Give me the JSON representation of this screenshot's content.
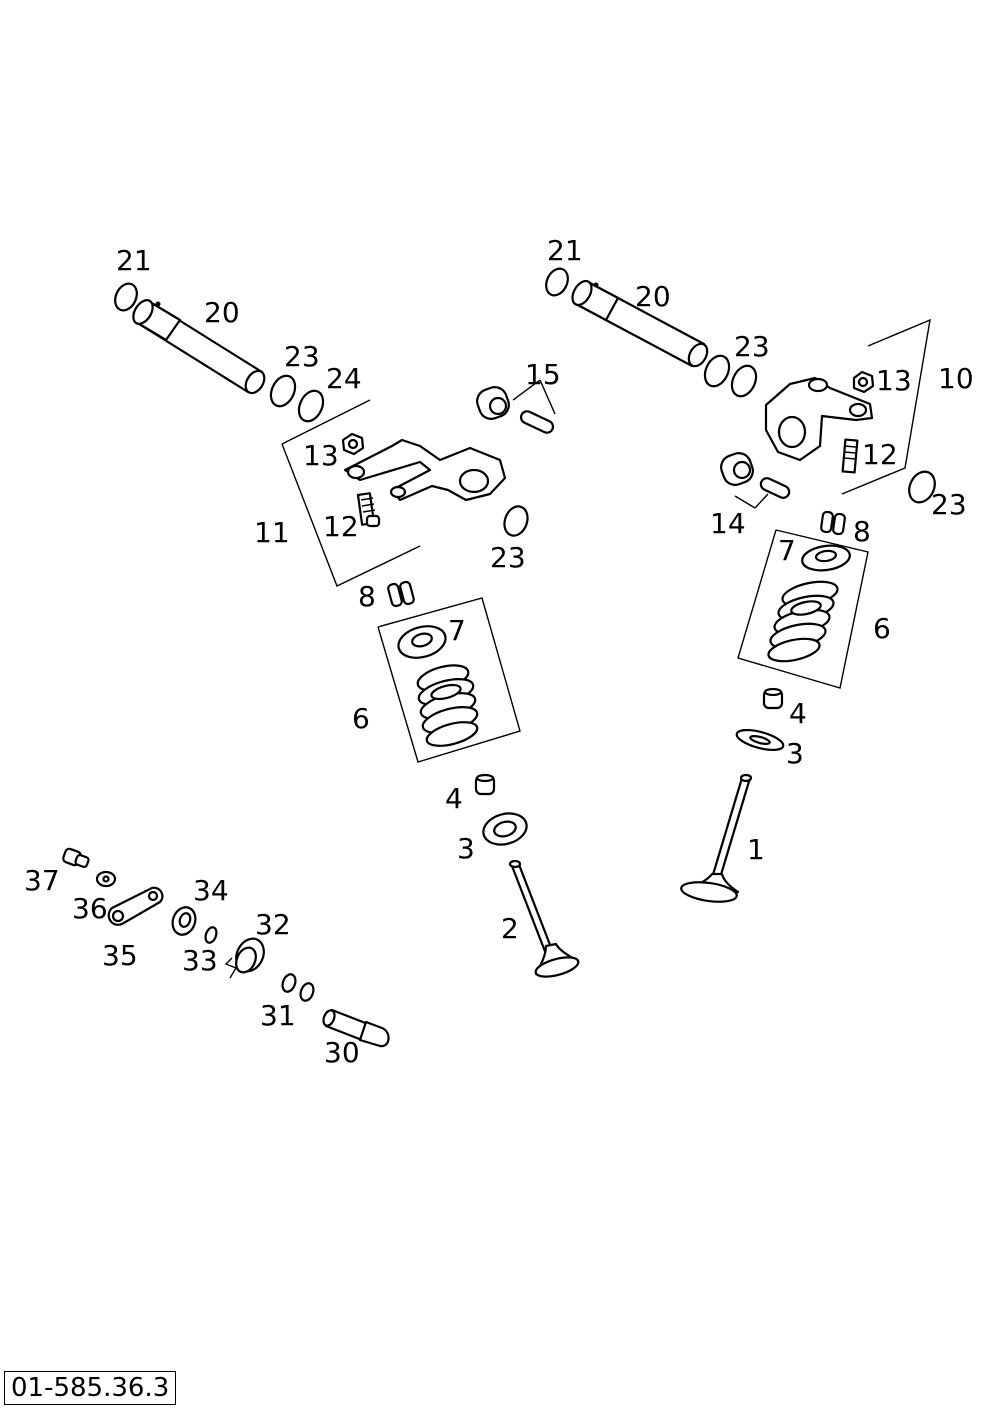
{
  "diagram": {
    "reference_code": "01-585.36.3",
    "part_labels": {
      "l_21": "21",
      "l_20": "20",
      "l_23a": "23",
      "l_24": "24",
      "l_15": "15",
      "l_13": "13",
      "l_11": "11",
      "l_12": "12",
      "l_23b": "23",
      "l_8": "8",
      "l_7": "7",
      "l_6": "6",
      "l_4": "4",
      "l_3": "3",
      "l_2": "2",
      "r_21": "21",
      "r_20": "20",
      "r_23a": "23",
      "r_13": "13",
      "r_10": "10",
      "r_12": "12",
      "r_23b": "23",
      "r_14": "14",
      "r_8": "8",
      "r_7": "7",
      "r_6": "6",
      "r_4": "4",
      "r_3": "3",
      "r_1": "1",
      "b_37": "37",
      "b_36": "36",
      "b_35": "35",
      "b_34": "34",
      "b_33": "33",
      "b_32": "32",
      "b_31": "31",
      "b_30": "30"
    }
  }
}
